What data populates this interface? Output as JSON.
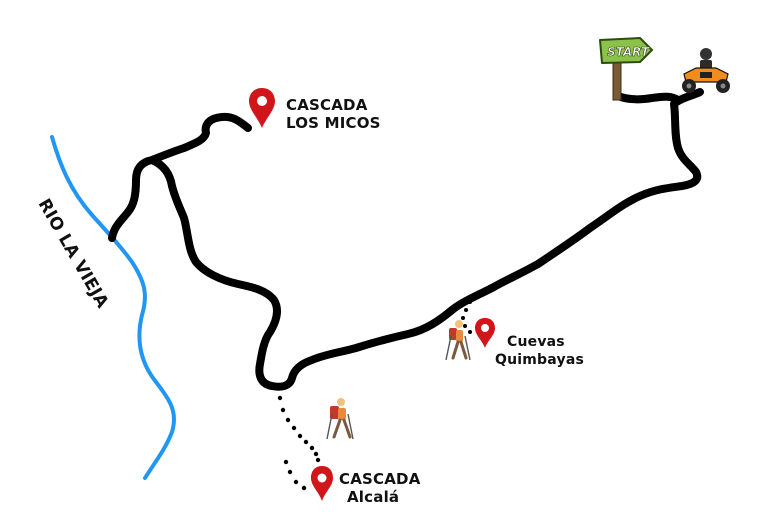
{
  "colors": {
    "route": "#000000",
    "river": "#2196f3",
    "pin": "#d0161b",
    "sign_green": "#8bc34a",
    "atv_orange": "#f28c1c"
  },
  "start_sign": {
    "label": "START",
    "icon": "signpost-icon"
  },
  "vehicle": {
    "icon": "atv-rider-icon"
  },
  "river": {
    "label": "RIO LA VIEJA"
  },
  "places": {
    "micos": {
      "line1": "CASCADA",
      "line2": "LOS MICOS",
      "icon": "map-pin-icon"
    },
    "cuevas": {
      "line1": "Cuevas",
      "line2": "Quimbayas",
      "icon": "map-pin-icon"
    },
    "alcala": {
      "line1": "CASCADA",
      "line2": "Alcalá",
      "icon": "map-pin-icon"
    }
  },
  "hikers": {
    "icon": "hiker-icon"
  }
}
